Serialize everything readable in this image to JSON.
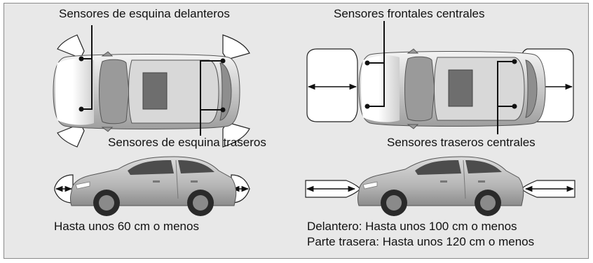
{
  "labels": {
    "front_corner": "Sensores de esquina delanteros",
    "front_center": "Sensores frontales centrales",
    "rear_corner": "Sensores de esquina traseros",
    "rear_center": "Sensores traseros centrales",
    "range_corner": "Hasta unos 60 cm o menos",
    "range_front": "Delantero: Hasta unos 100 cm o menos",
    "range_rear": "Parte trasera: Hasta unos 120 cm o menos"
  }
}
